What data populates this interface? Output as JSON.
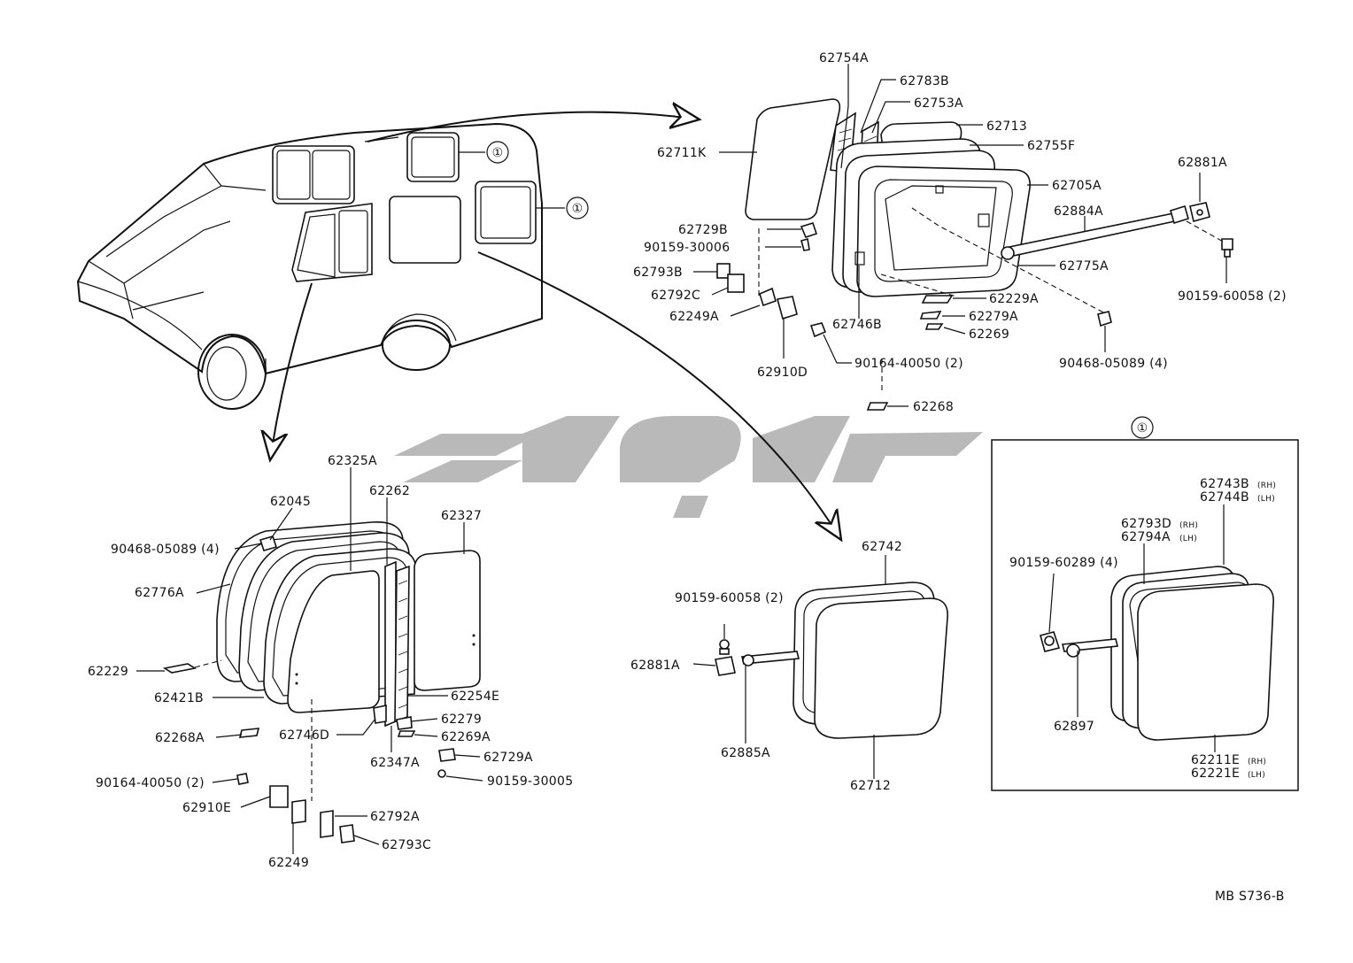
{
  "callout_symbol": "①",
  "drawing_code": "MB S736-B",
  "inset_title": "①",
  "watermark_color": "#b9b9b9",
  "labels": {
    "p62754A": "62754A",
    "p62783B": "62783B",
    "p62753A": "62753A",
    "p62713": "62713",
    "p62755F": "62755F",
    "p62711K": "62711K",
    "p62705A": "62705A",
    "p62881A_top": "62881A",
    "p62884A": "62884A",
    "p62729B": "62729B",
    "p90159_30006": "90159-30006",
    "p62775A": "62775A",
    "p90159_60058_top": "90159-60058 (2)",
    "p62793B": "62793B",
    "p62792C": "62792C",
    "p62249A": "62249A",
    "p62229A": "62229A",
    "p62279A": "62279A",
    "p62746B": "62746B",
    "p62269": "62269",
    "p90468_05089_top": "90468-05089 (4)",
    "p62910D": "62910D",
    "p90164_40050_top": "90164-40050 (2)",
    "p62268": "62268",
    "p62325A": "62325A",
    "p62262": "62262",
    "p62045": "62045",
    "p62327": "62327",
    "p90468_05089_left": "90468-05089 (4)",
    "p62776A": "62776A",
    "p62229": "62229",
    "p62421B": "62421B",
    "p62254E": "62254E",
    "p62279": "62279",
    "p62268A": "62268A",
    "p62746D": "62746D",
    "p62269A": "62269A",
    "p62347A": "62347A",
    "p62729A": "62729A",
    "p90164_40050_left": "90164-40050 (2)",
    "p90159_30005": "90159-30005",
    "p62910E": "62910E",
    "p62792A": "62792A",
    "p62793C": "62793C",
    "p62249": "62249",
    "p62742": "62742",
    "p90159_60058_mid": "90159-60058 (2)",
    "p62881A_mid": "62881A",
    "p62885A": "62885A",
    "p62712": "62712",
    "p62743B": "62743B",
    "p62743B_side": "(RH)",
    "p62744B": "62744B",
    "p62744B_side": "(LH)",
    "p62793D": "62793D",
    "p62793D_side": "(RH)",
    "p62794A": "62794A",
    "p62794A_side": "(LH)",
    "p90159_60289": "90159-60289 (4)",
    "p62897": "62897",
    "p62211E": "62211E",
    "p62211E_side": "(RH)",
    "p62221E": "62221E",
    "p62221E_side": "(LH)"
  }
}
